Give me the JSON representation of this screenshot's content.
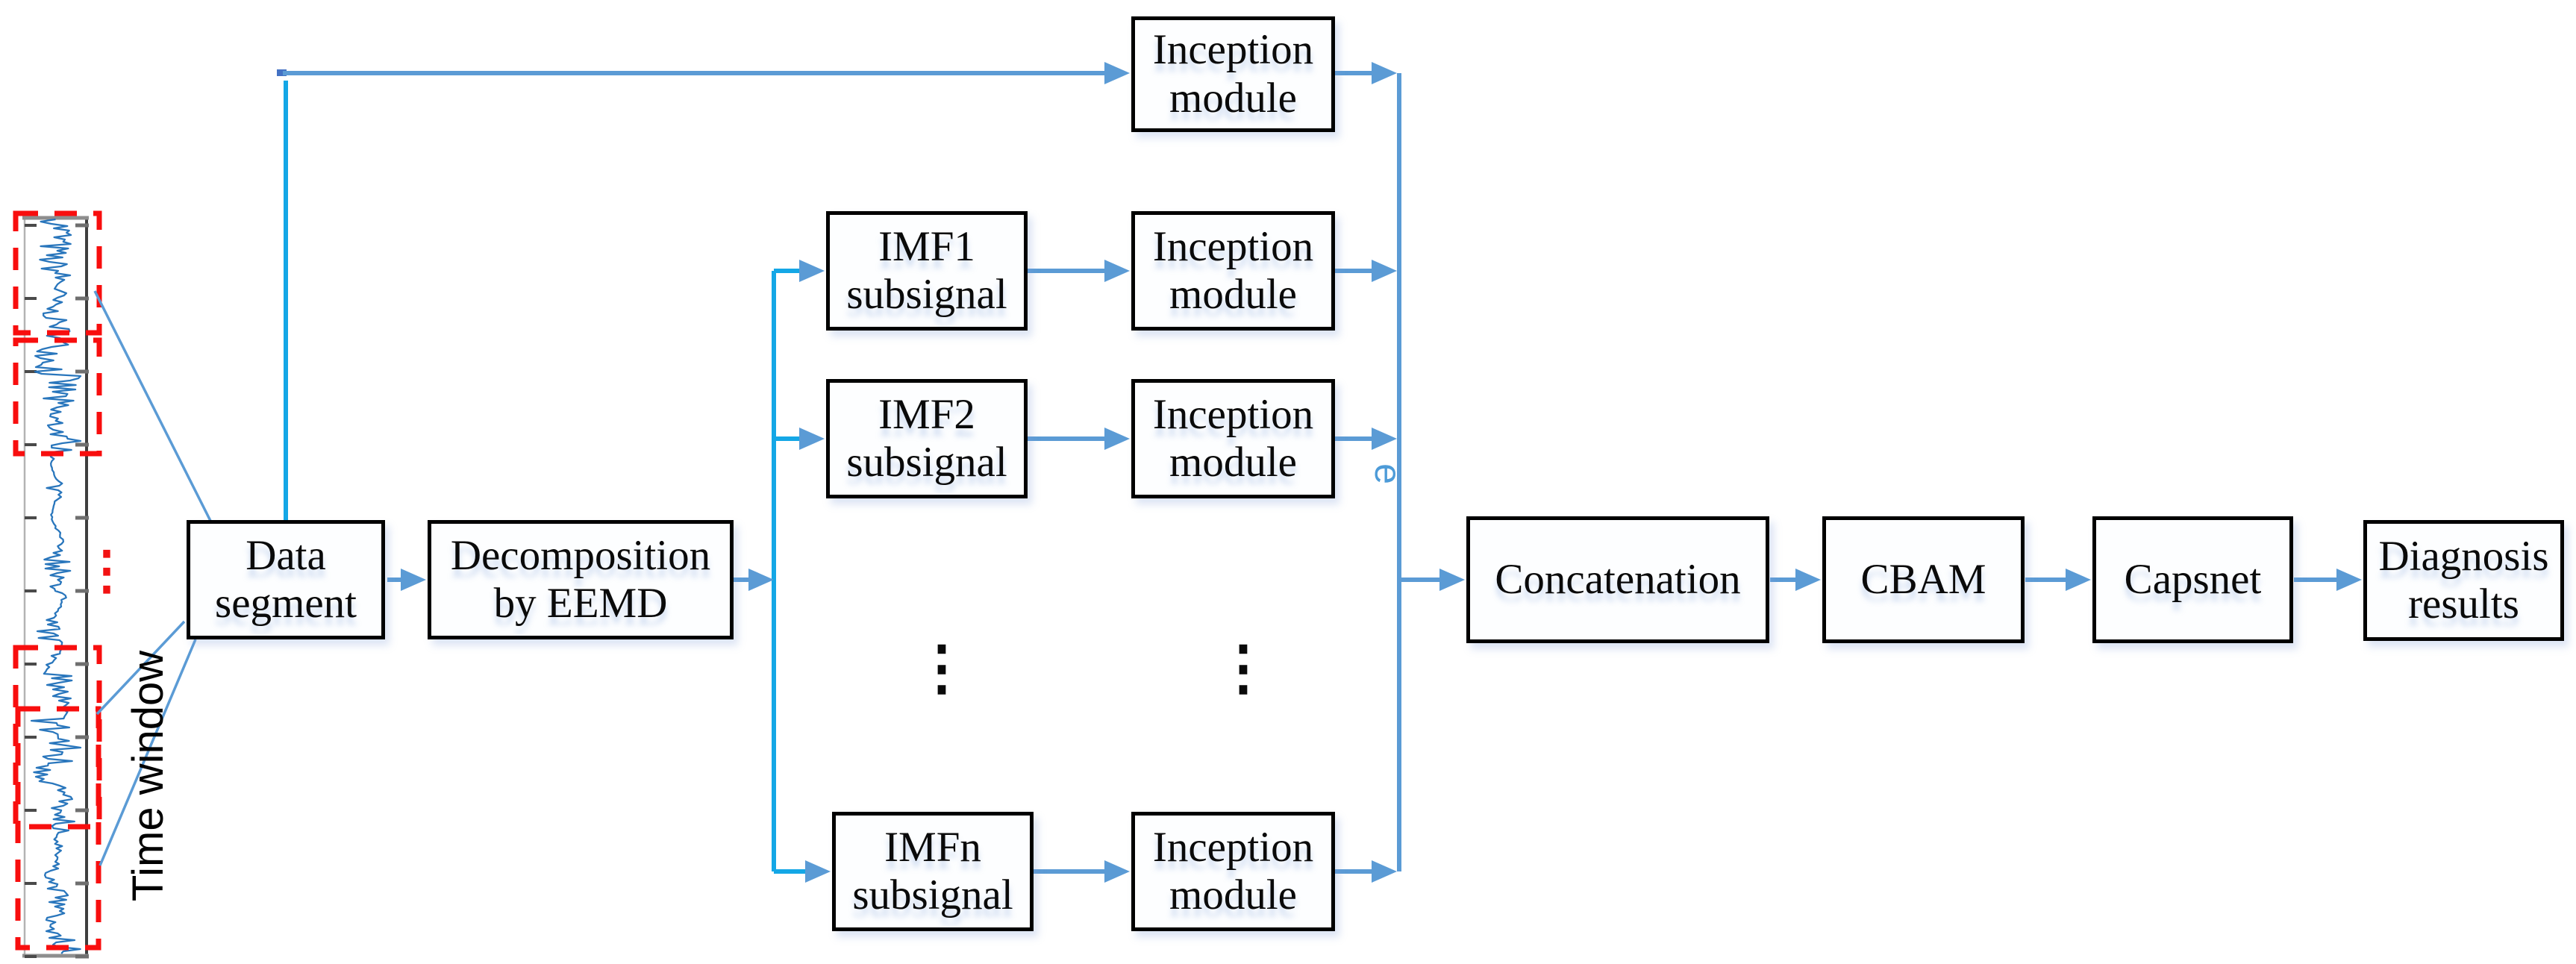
{
  "colors": {
    "flow_arrow": "#5B9BD5",
    "distribution_line": "#14A7E6",
    "time_window_dash": "#F80E0E",
    "signal_wave": "#1E6FB8",
    "box_border": "#000000",
    "elbow_nub": "#4472C4"
  },
  "signal_panel": {
    "time_window_label": "Time window",
    "gap_ellipsis": "⋮"
  },
  "nodes": {
    "data_segment": [
      "Data",
      "segment"
    ],
    "decomposition": [
      "Decomposition",
      "by EEMD"
    ],
    "imf1": [
      "IMF1",
      "subsignal"
    ],
    "imf2": [
      "IMF2",
      "subsignal"
    ],
    "imfn": [
      "IMFn",
      "subsignal"
    ],
    "inception_top": [
      "Inception",
      "module"
    ],
    "inception_imf1": [
      "Inception",
      "module"
    ],
    "inception_imf2": [
      "Inception",
      "module"
    ],
    "inception_imfn": [
      "Inception",
      "module"
    ],
    "concatenation": [
      "Concatenation"
    ],
    "cbam": [
      "CBAM"
    ],
    "capsnet": [
      "Capsnet"
    ],
    "diagnosis": [
      "Diagnosis",
      "results"
    ]
  },
  "ellipsis": {
    "imf_column": "⋮",
    "inception_column": "⋮"
  },
  "connector_label": "e"
}
